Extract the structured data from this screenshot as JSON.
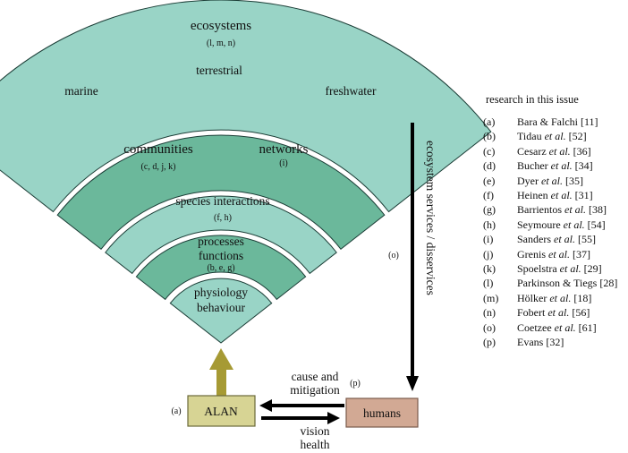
{
  "fan": {
    "ecosystems": {
      "title": "ecosystems",
      "refs": "(l, m, n)",
      "terrestrial": "terrestrial",
      "marine": "marine",
      "freshwater": "freshwater"
    },
    "communities": {
      "label": "communities",
      "refs": "(c, d, j, k)"
    },
    "networks": {
      "label": "networks",
      "refs": "(i)"
    },
    "species_interactions": {
      "label": "species interactions",
      "refs": "(f, h)"
    },
    "processes": {
      "line1": "processes",
      "line2": "functions",
      "refs": "(b, e, g)"
    },
    "physiology": {
      "line1": "physiology",
      "line2": "behaviour"
    }
  },
  "services": {
    "label": "ecosystem services / disservices",
    "ref": "(o)"
  },
  "alan": {
    "label": "ALAN",
    "ref": "(a)"
  },
  "humans": {
    "label": "humans"
  },
  "cause": {
    "line1": "cause and",
    "line2": "mitigation",
    "ref": "(p)"
  },
  "vision": {
    "line1": "vision",
    "line2": "health"
  },
  "legend": {
    "title": "research in this issue",
    "items": [
      {
        "key": "(a)",
        "author": "Bara & Falchi",
        "etal": "",
        "cite": " [11]"
      },
      {
        "key": "(b)",
        "author": "Tidau ",
        "etal": "et al.",
        "cite": " [52]"
      },
      {
        "key": "(c)",
        "author": "Cesarz ",
        "etal": "et al.",
        "cite": " [36]"
      },
      {
        "key": "(d)",
        "author": "Bucher ",
        "etal": "et al.",
        "cite": " [34]"
      },
      {
        "key": "(e)",
        "author": "Dyer ",
        "etal": "et al.",
        "cite": " [35]"
      },
      {
        "key": "(f)",
        "author": "Heinen ",
        "etal": "et al.",
        "cite": " [31]"
      },
      {
        "key": "(g)",
        "author": "Barrientos ",
        "etal": "et al.",
        "cite": " [38]"
      },
      {
        "key": "(h)",
        "author": "Seymoure ",
        "etal": "et al.",
        "cite": " [54]"
      },
      {
        "key": "(i)",
        "author": "Sanders ",
        "etal": "et al.",
        "cite": " [55]"
      },
      {
        "key": "(j)",
        "author": "Grenis ",
        "etal": "et al.",
        "cite": " [37]"
      },
      {
        "key": "(k)",
        "author": "Spoelstra ",
        "etal": "et al.",
        "cite": " [29]"
      },
      {
        "key": "(l)",
        "author": "Parkinson & Tiegs",
        "etal": "",
        "cite": " [28]"
      },
      {
        "key": "(m)",
        "author": "Hölker ",
        "etal": "et al.",
        "cite": " [18]"
      },
      {
        "key": "(n)",
        "author": "Fobert ",
        "etal": "et al.",
        "cite": " [56]"
      },
      {
        "key": "(o)",
        "author": "Coetzee ",
        "etal": "et al.",
        "cite": " [61]"
      },
      {
        "key": "(p)",
        "author": "Evans",
        "etal": "",
        "cite": " [32]"
      }
    ]
  },
  "colors": {
    "light_teal": "#99d4c6",
    "dark_teal": "#6bb89b",
    "olive": "#a69a34",
    "alan_fill": "#d7d494",
    "humans_fill": "#d2a994"
  }
}
